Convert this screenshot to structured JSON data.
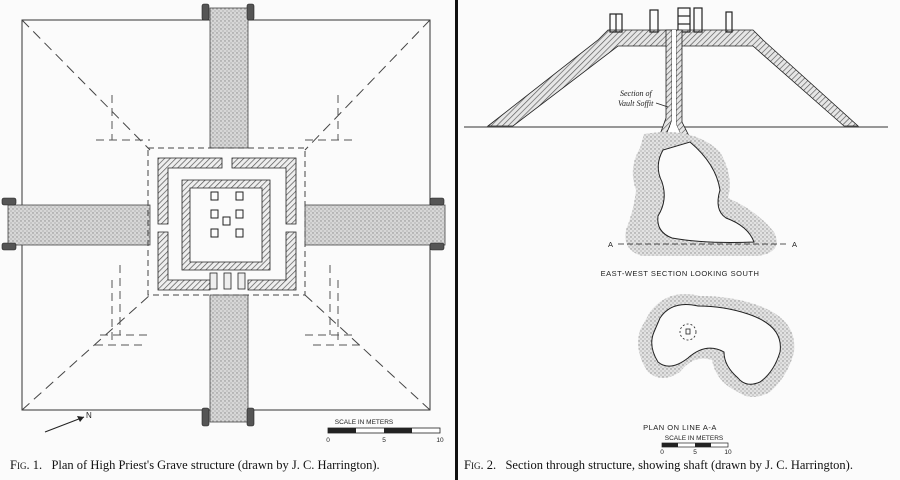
{
  "figures": [
    {
      "label": "Fig. 1.",
      "caption": "Plan of High Priest's Grave structure (drawn by J. C. Harrington).",
      "north_label": "N",
      "scale": {
        "title": "SCALE IN METERS",
        "ticks": [
          "0",
          "5",
          "10"
        ]
      }
    },
    {
      "label": "Fig. 2.",
      "caption": "Section through structure, showing shaft (drawn by J. C. Harrington).",
      "section_note": [
        "Section of",
        "Vault Soffit"
      ],
      "section_line": "A",
      "section_line_end": "A",
      "section_title": "EAST-WEST SECTION   LOOKING SOUTH",
      "plan_title": "PLAN ON LINE   A-A",
      "scale": {
        "title": "SCALE IN METERS",
        "ticks": [
          "0",
          "5",
          "10"
        ]
      }
    }
  ]
}
